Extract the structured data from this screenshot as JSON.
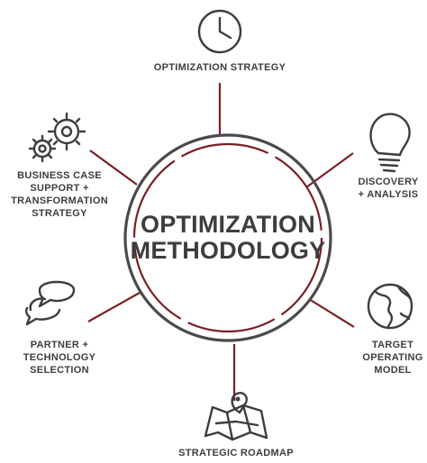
{
  "colors": {
    "accent": "#7a1f24",
    "ring": "#4a4a4a",
    "text": "#3d3d3d"
  },
  "center": {
    "line1": "OPTIMIZATION",
    "line2": "METHODOLOGY"
  },
  "nodes": {
    "top": {
      "icon": "clock-icon",
      "label": [
        "OPTIMIZATION STRATEGY"
      ]
    },
    "upper_right": {
      "icon": "lightbulb-icon",
      "label": [
        "DISCOVERY",
        "+ ANALYSIS"
      ]
    },
    "lower_right": {
      "icon": "globe-icon",
      "label": [
        "TARGET",
        "OPERATING",
        "MODEL"
      ]
    },
    "bottom": {
      "icon": "map-pin-icon",
      "label": [
        "STRATEGIC ROADMAP"
      ]
    },
    "lower_left": {
      "icon": "chat-bubbles-icon",
      "label": [
        "PARTNER +",
        "TECHNOLOGY",
        "SELECTION"
      ]
    },
    "upper_left": {
      "icon": "gears-icon",
      "label": [
        "BUSINESS CASE",
        "SUPPORT +",
        "TRANSFORMATION",
        "STRATEGY"
      ]
    }
  }
}
